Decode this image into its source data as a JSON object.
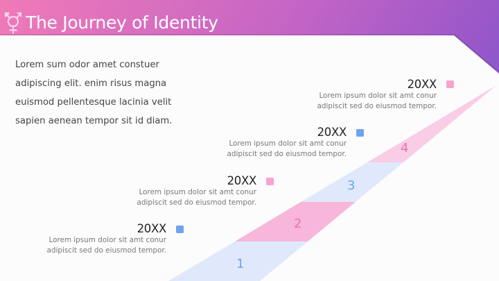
{
  "header": {
    "title": "The Journey of Identity",
    "icon": "transgender-symbol-icon"
  },
  "intro": {
    "lines": [
      "Lorem sum odor amet constuer",
      "adipiscing elit. enim risus magna",
      "euismod pellentesque lacinia velit",
      "sapien aenean tempor sit id diam."
    ]
  },
  "milestones": [
    {
      "year": "20XX",
      "line1": "Lorem ipsum dolor sit amt conur",
      "line2": "adipiscit sed do eiusmod tempor.",
      "dot_color": "#6ea3f0"
    },
    {
      "year": "20XX",
      "line1": "Lorem ipsum dolor sit amt conur",
      "line2": "adipiscit sed do eiusmod tempor.",
      "dot_color": "#f7a3cf"
    },
    {
      "year": "20XX",
      "line1": "Lorem ipsum dolor sit amt conur",
      "line2": "adipiscit sed do eiusmod tempor.",
      "dot_color": "#6ea3f0"
    },
    {
      "year": "20XX",
      "line1": "Lorem ipsum dolor sit amt conur",
      "line2": "adipiscit sed do eiusmod tempor.",
      "dot_color": "#f7a3cf"
    }
  ],
  "steps": [
    {
      "number": "1",
      "band_color": "#dfe9fb",
      "text_color": "#6ea3f0"
    },
    {
      "number": "2",
      "band_color": "#f8b6da",
      "text_color": "#ee6fb0"
    },
    {
      "number": "3",
      "band_color": "#dfe9fb",
      "text_color": "#6ea3f0"
    },
    {
      "number": "4",
      "band_color": "#f9cde5",
      "text_color": "#ee6fb0"
    }
  ],
  "colors": {
    "gradient_start": "#f07ab8",
    "gradient_end": "#6a5acd",
    "blue_accent": "#6ea3f0",
    "pink_accent": "#f7a3cf"
  }
}
